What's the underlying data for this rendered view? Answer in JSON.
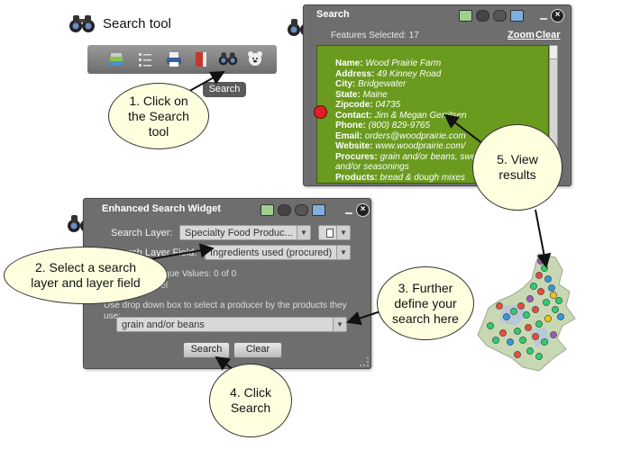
{
  "search_tool_header": {
    "label": "Search tool"
  },
  "toolbar": {
    "tooltip": "Search"
  },
  "callouts": {
    "step1": "1. Click on the Search tool",
    "step2": "2. Select a search layer and layer field",
    "step3": "3. Further define your search here",
    "step4": "4. Click Search",
    "step5": "5. View results"
  },
  "search_window": {
    "title": "Search",
    "features_selected": "Features Selected: 17",
    "zoom_link": "Zoom",
    "clear_link": "Clear",
    "results": [
      {
        "label": "Name:",
        "value": "Wood Prairie Farm"
      },
      {
        "label": "Address:",
        "value": "49 Kinney Road"
      },
      {
        "label": "City:",
        "value": "Bridgewater"
      },
      {
        "label": "State:",
        "value": "Maine"
      },
      {
        "label": "Zipcode:",
        "value": "04735"
      },
      {
        "label": "Contact:",
        "value": "Jim & Megan Gerritsen"
      },
      {
        "label": "Phone:",
        "value": "(800) 829-9765"
      },
      {
        "label": "Email:",
        "value": "orders@woodprairie.com"
      },
      {
        "label": "Website:",
        "value": "www.woodprairie.com/"
      },
      {
        "label": "Procures:",
        "value": "grain and/or beans, sweeteners"
      },
      {
        "label": "",
        "value": "and/or seasonings"
      },
      {
        "label": "Products:",
        "value": "bread & dough mixes"
      }
    ],
    "panel_color": "#6a9a1e"
  },
  "widget": {
    "title": "Enhanced Search Widget",
    "search_layer_label": "Search Layer:",
    "search_layer_value": "Specialty Food Produc...",
    "layer_field_label": "Search Layer Field:",
    "layer_field_value": "Ingredients used (procured)",
    "processing_text": "Processing Unique Values: 0 of 0",
    "cancel_text": "Cancel",
    "instruction_text": "Use drop down box to select a producer by the products they use:",
    "value_select": "grain and/or beans",
    "search_button": "Search",
    "clear_button": "Clear"
  }
}
